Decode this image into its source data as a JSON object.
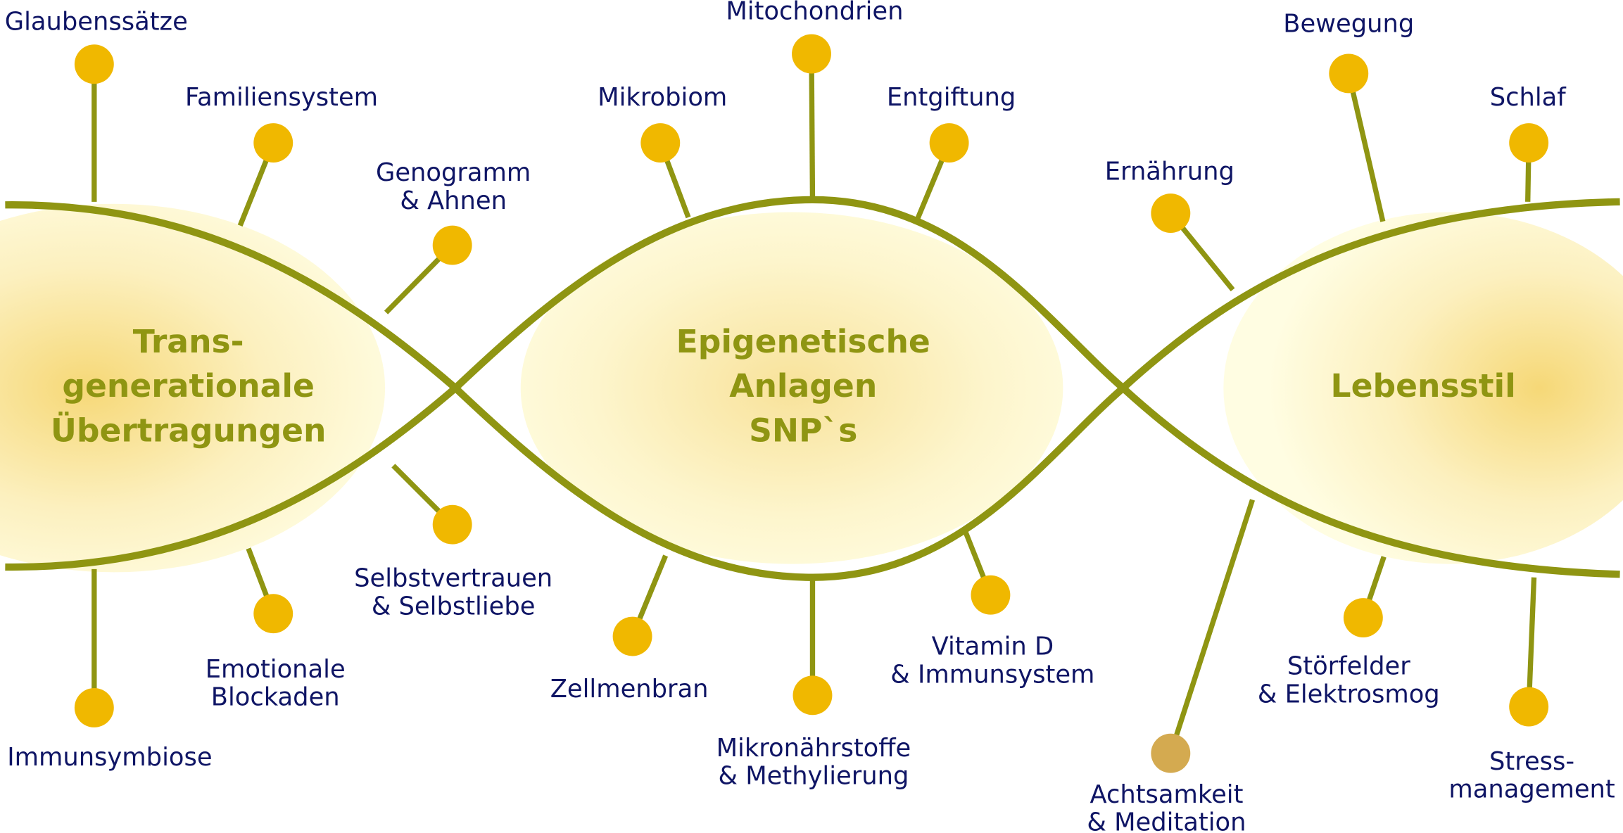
{
  "colors": {
    "strand": "#8f9512",
    "dot": "#f0b800",
    "dot_alt": "#d4aa50",
    "label": "#0f1565",
    "center_text": "#8f9512",
    "glow_inner": "#f6d877",
    "glow_outer": "#fffde0"
  },
  "centers": [
    {
      "id": "transgenerational",
      "lines": [
        "Trans-",
        "generationale",
        "Übertragungen"
      ]
    },
    {
      "id": "epigenetic",
      "lines": [
        "Epigenetische",
        "Anlagen",
        "SNP`s"
      ]
    },
    {
      "id": "lifestyle",
      "lines": [
        "Lebensstil"
      ]
    }
  ],
  "pins": [
    {
      "id": "glaubenssaetze",
      "lines": [
        "Glaubenssätze"
      ]
    },
    {
      "id": "familiensystem",
      "lines": [
        "Familiensystem"
      ]
    },
    {
      "id": "genogramm",
      "lines": [
        "Genogramm",
        "& Ahnen"
      ]
    },
    {
      "id": "selbstvertrauen",
      "lines": [
        "Selbstvertrauen",
        "& Selbstliebe"
      ]
    },
    {
      "id": "emotionale-blockaden",
      "lines": [
        "Emotionale",
        "Blockaden"
      ]
    },
    {
      "id": "immunsymbiose",
      "lines": [
        "Immunsymbiose"
      ]
    },
    {
      "id": "mikrobiom",
      "lines": [
        "Mikrobiom"
      ]
    },
    {
      "id": "mitochondrien",
      "lines": [
        "Mitochondrien"
      ]
    },
    {
      "id": "entgiftung",
      "lines": [
        "Entgiftung"
      ]
    },
    {
      "id": "zellmenbran",
      "lines": [
        "Zellmenbran"
      ]
    },
    {
      "id": "mikronaehrstoffe",
      "lines": [
        "Mikronährstoffe",
        "& Methylierung"
      ]
    },
    {
      "id": "vitamin-d",
      "lines": [
        "Vitamin D",
        "& Immunsystem"
      ]
    },
    {
      "id": "ernaehrung",
      "lines": [
        "Ernährung"
      ]
    },
    {
      "id": "bewegung",
      "lines": [
        "Bewegung"
      ]
    },
    {
      "id": "schlaf",
      "lines": [
        "Schlaf"
      ]
    },
    {
      "id": "achtsamkeit",
      "lines": [
        "Achtsamkeit",
        "& Meditation"
      ],
      "alt_color": true
    },
    {
      "id": "stoerfelder",
      "lines": [
        "Störfelder",
        "& Elektrosmog"
      ]
    },
    {
      "id": "stress",
      "lines": [
        "Stress-",
        "management"
      ]
    }
  ]
}
